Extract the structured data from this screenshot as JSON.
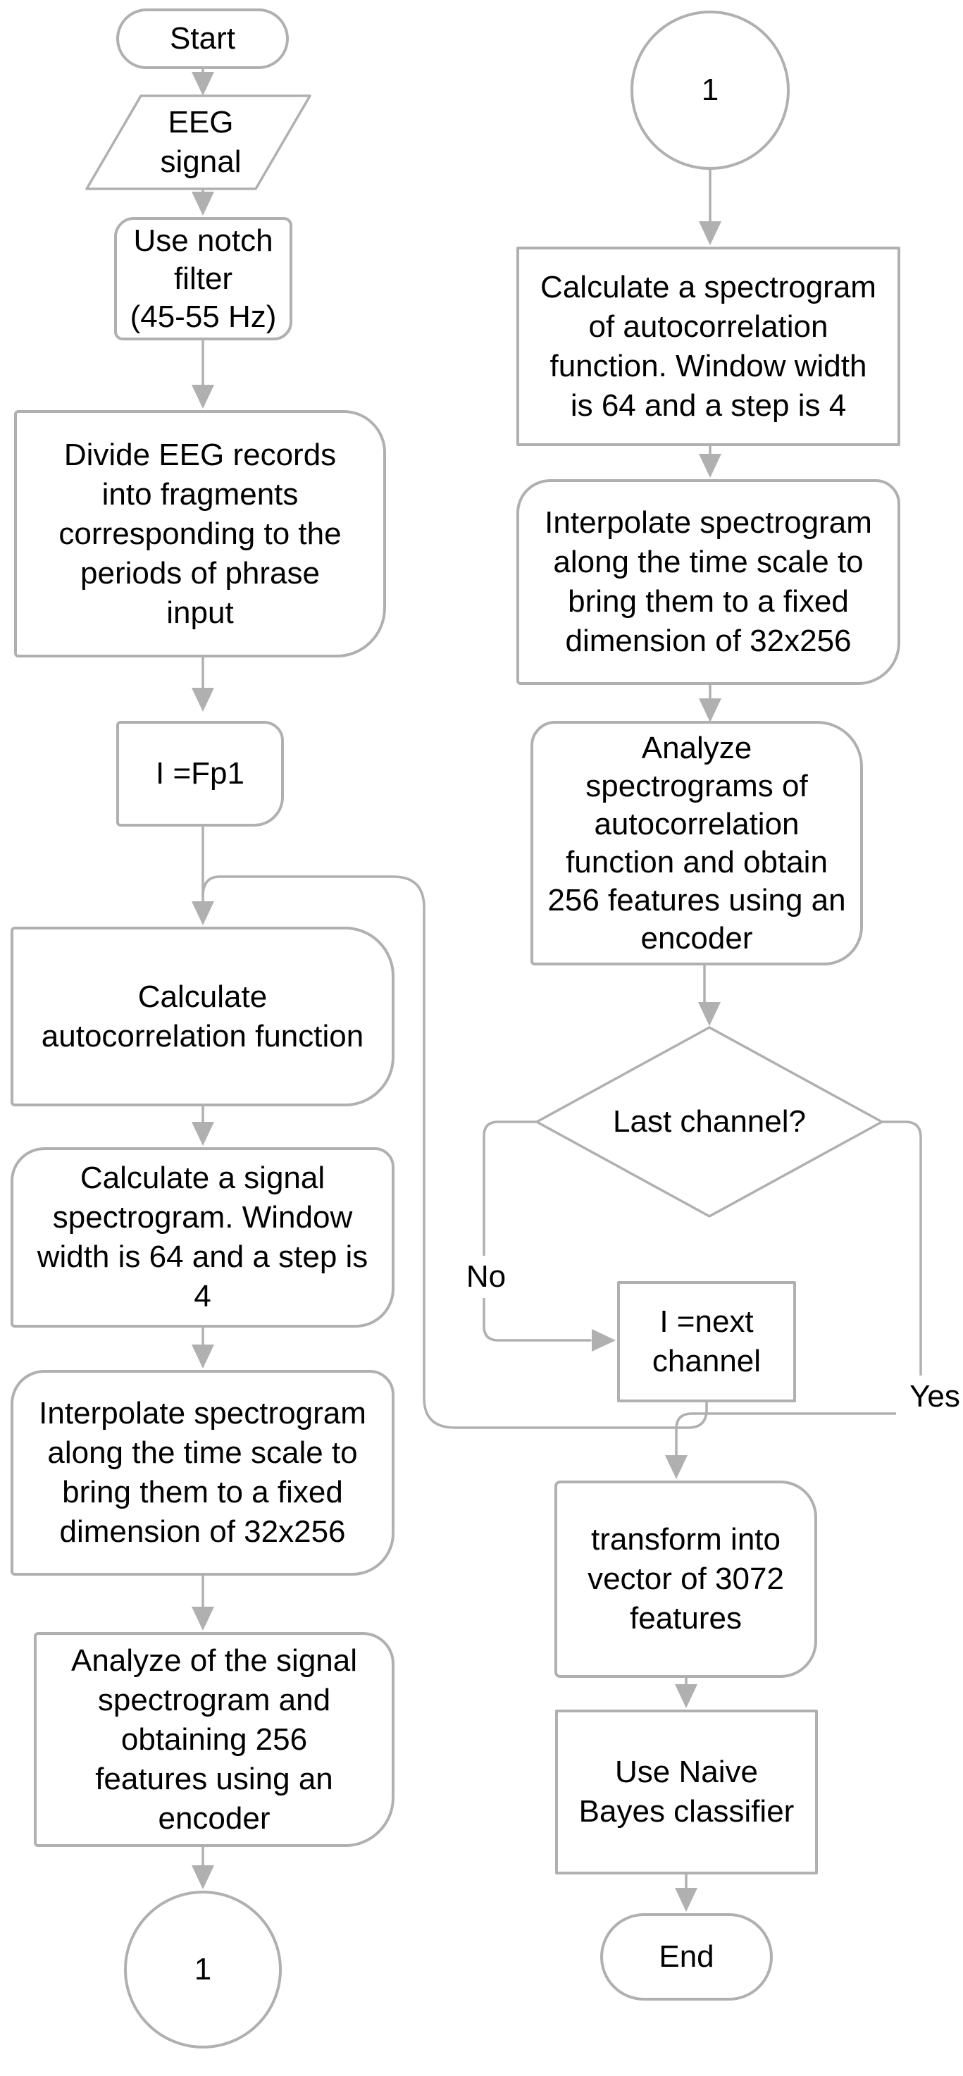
{
  "diagram": {
    "type": "flowchart",
    "colors": {
      "line": "#b0b0b0",
      "text": "#000000",
      "background": "#ffffff"
    },
    "nodes": {
      "start": {
        "shape": "terminator",
        "label": "Start"
      },
      "eeg_signal": {
        "shape": "parallelogram",
        "label": "EEG\nsignal"
      },
      "notch_filter": {
        "shape": "process",
        "label": "Use notch\nfilter\n(45-55 Hz)"
      },
      "divide_records": {
        "shape": "process",
        "label": "Divide EEG records\ninto fragments\ncorresponding to the\nperiods of phrase\ninput"
      },
      "init_channel": {
        "shape": "process",
        "label": "I =Fp1"
      },
      "autocorrelation": {
        "shape": "process",
        "label": "Calculate\nautocorrelation function"
      },
      "signal_spectrogram": {
        "shape": "process",
        "label": "Calculate a signal\nspectrogram. Window\nwidth is 64 and a step is\n4"
      },
      "interpolate_left": {
        "shape": "process",
        "label": "Interpolate spectrogram\nalong the time scale to\nbring them to a fixed\ndimension of 32x256"
      },
      "analyze_signal": {
        "shape": "process",
        "label": "Analyze of the signal\nspectrogram and\nobtaining 256\nfeatures using an\nencoder"
      },
      "connector_left": {
        "shape": "connector",
        "label": "1"
      },
      "connector_right": {
        "shape": "connector",
        "label": "1"
      },
      "acf_spectrogram": {
        "shape": "process",
        "label": "Calculate a spectrogram\nof autocorrelation\nfunction. Window width\nis 64 and a step is 4"
      },
      "interpolate_right": {
        "shape": "process",
        "label": "Interpolate spectrogram\nalong the time scale to\nbring them to a fixed\ndimension of 32x256"
      },
      "analyze_acf": {
        "shape": "process",
        "label": "Analyze\nspectrograms of\nautocorrelation\nfunction and obtain\n256 features using an\nencoder"
      },
      "last_channel": {
        "shape": "decision",
        "label": "Last channel?"
      },
      "next_channel": {
        "shape": "process",
        "label": "I =next\nchannel"
      },
      "transform_vector": {
        "shape": "process",
        "label": "transform into\nvector of 3072\nfeatures"
      },
      "naive_bayes": {
        "shape": "process",
        "label": "Use Naive\nBayes classifier"
      },
      "end": {
        "shape": "terminator",
        "label": "End"
      }
    },
    "edge_labels": {
      "no": "No",
      "yes": "Yes"
    }
  }
}
